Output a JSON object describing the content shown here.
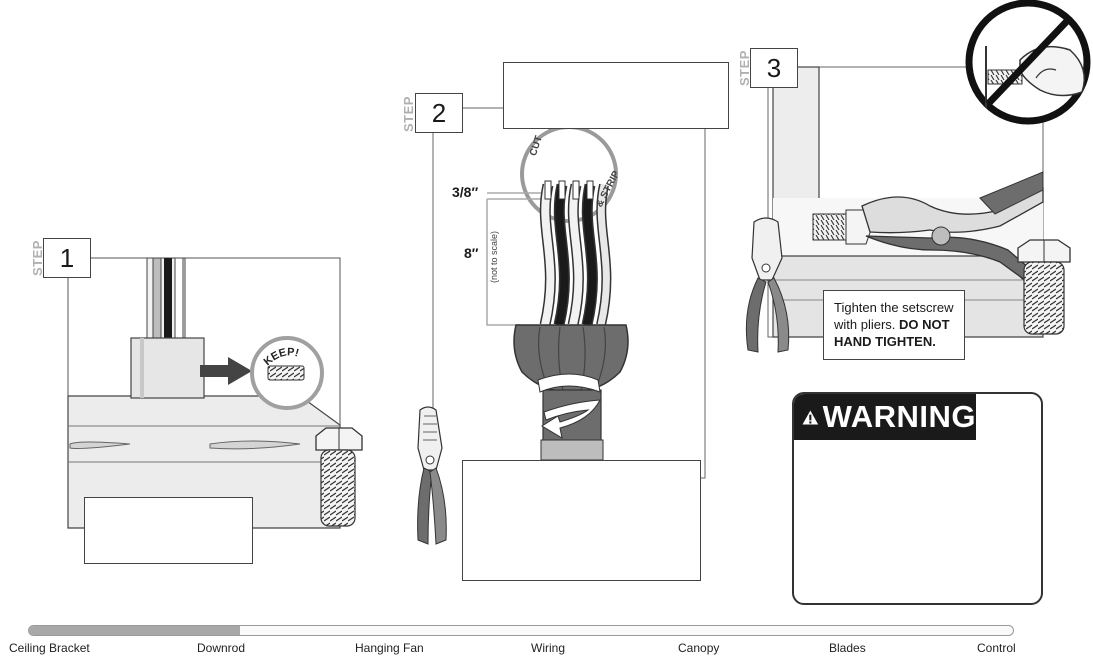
{
  "steps": {
    "step_word": "STEP",
    "step1": "1",
    "step2": "2",
    "step3": "3"
  },
  "step1": {
    "keep_label": "KEEP!"
  },
  "step2": {
    "cut_label": "CUT",
    "strip_label": "& STRIP",
    "strip_length": "3/8″",
    "cut_length": "8″",
    "scale_note": "(not to scale)"
  },
  "step3": {
    "callout_line1": "Tighten the setscrew",
    "callout_line2": "with pliers.",
    "callout_bold1": "DO NOT",
    "callout_bold2": "HAND TIGHTEN."
  },
  "warning": {
    "title": "WARNING"
  },
  "progress": {
    "fraction": 0.214,
    "items": [
      "Ceiling Bracket",
      "Downrod",
      "Hanging Fan",
      "Wiring",
      "Canopy",
      "Blades",
      "Control"
    ]
  },
  "colors": {
    "line": "#333333",
    "gray_light": "#e6e6e6",
    "gray_mid": "#bdbdbd",
    "gray_dark": "#6d6d6d",
    "progress_fill": "#a8a8a8"
  }
}
